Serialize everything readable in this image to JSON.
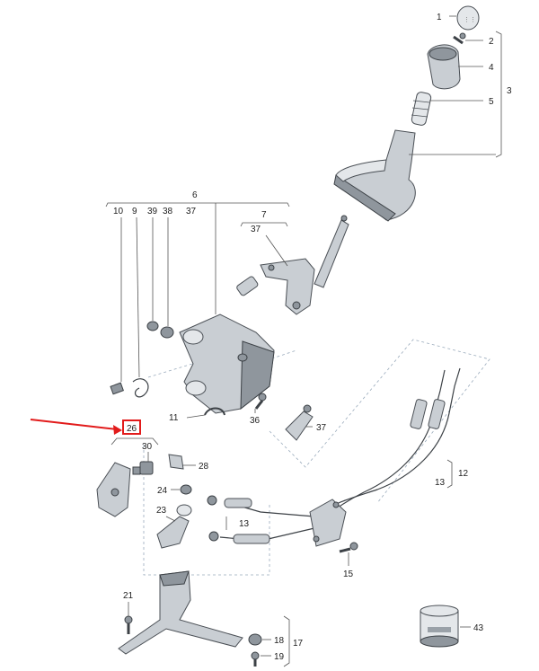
{
  "diagram": {
    "labels": [
      "1",
      "2",
      "3",
      "4",
      "5",
      "6",
      "7",
      "37",
      "10",
      "9",
      "39",
      "38",
      "37",
      "11",
      "36",
      "37",
      "26",
      "30",
      "28",
      "24",
      "23",
      "13",
      "12",
      "13",
      "15",
      "21",
      "18",
      "17",
      "19",
      "43"
    ],
    "highlight_label": "26",
    "highlight_color": "#e21b1b"
  }
}
